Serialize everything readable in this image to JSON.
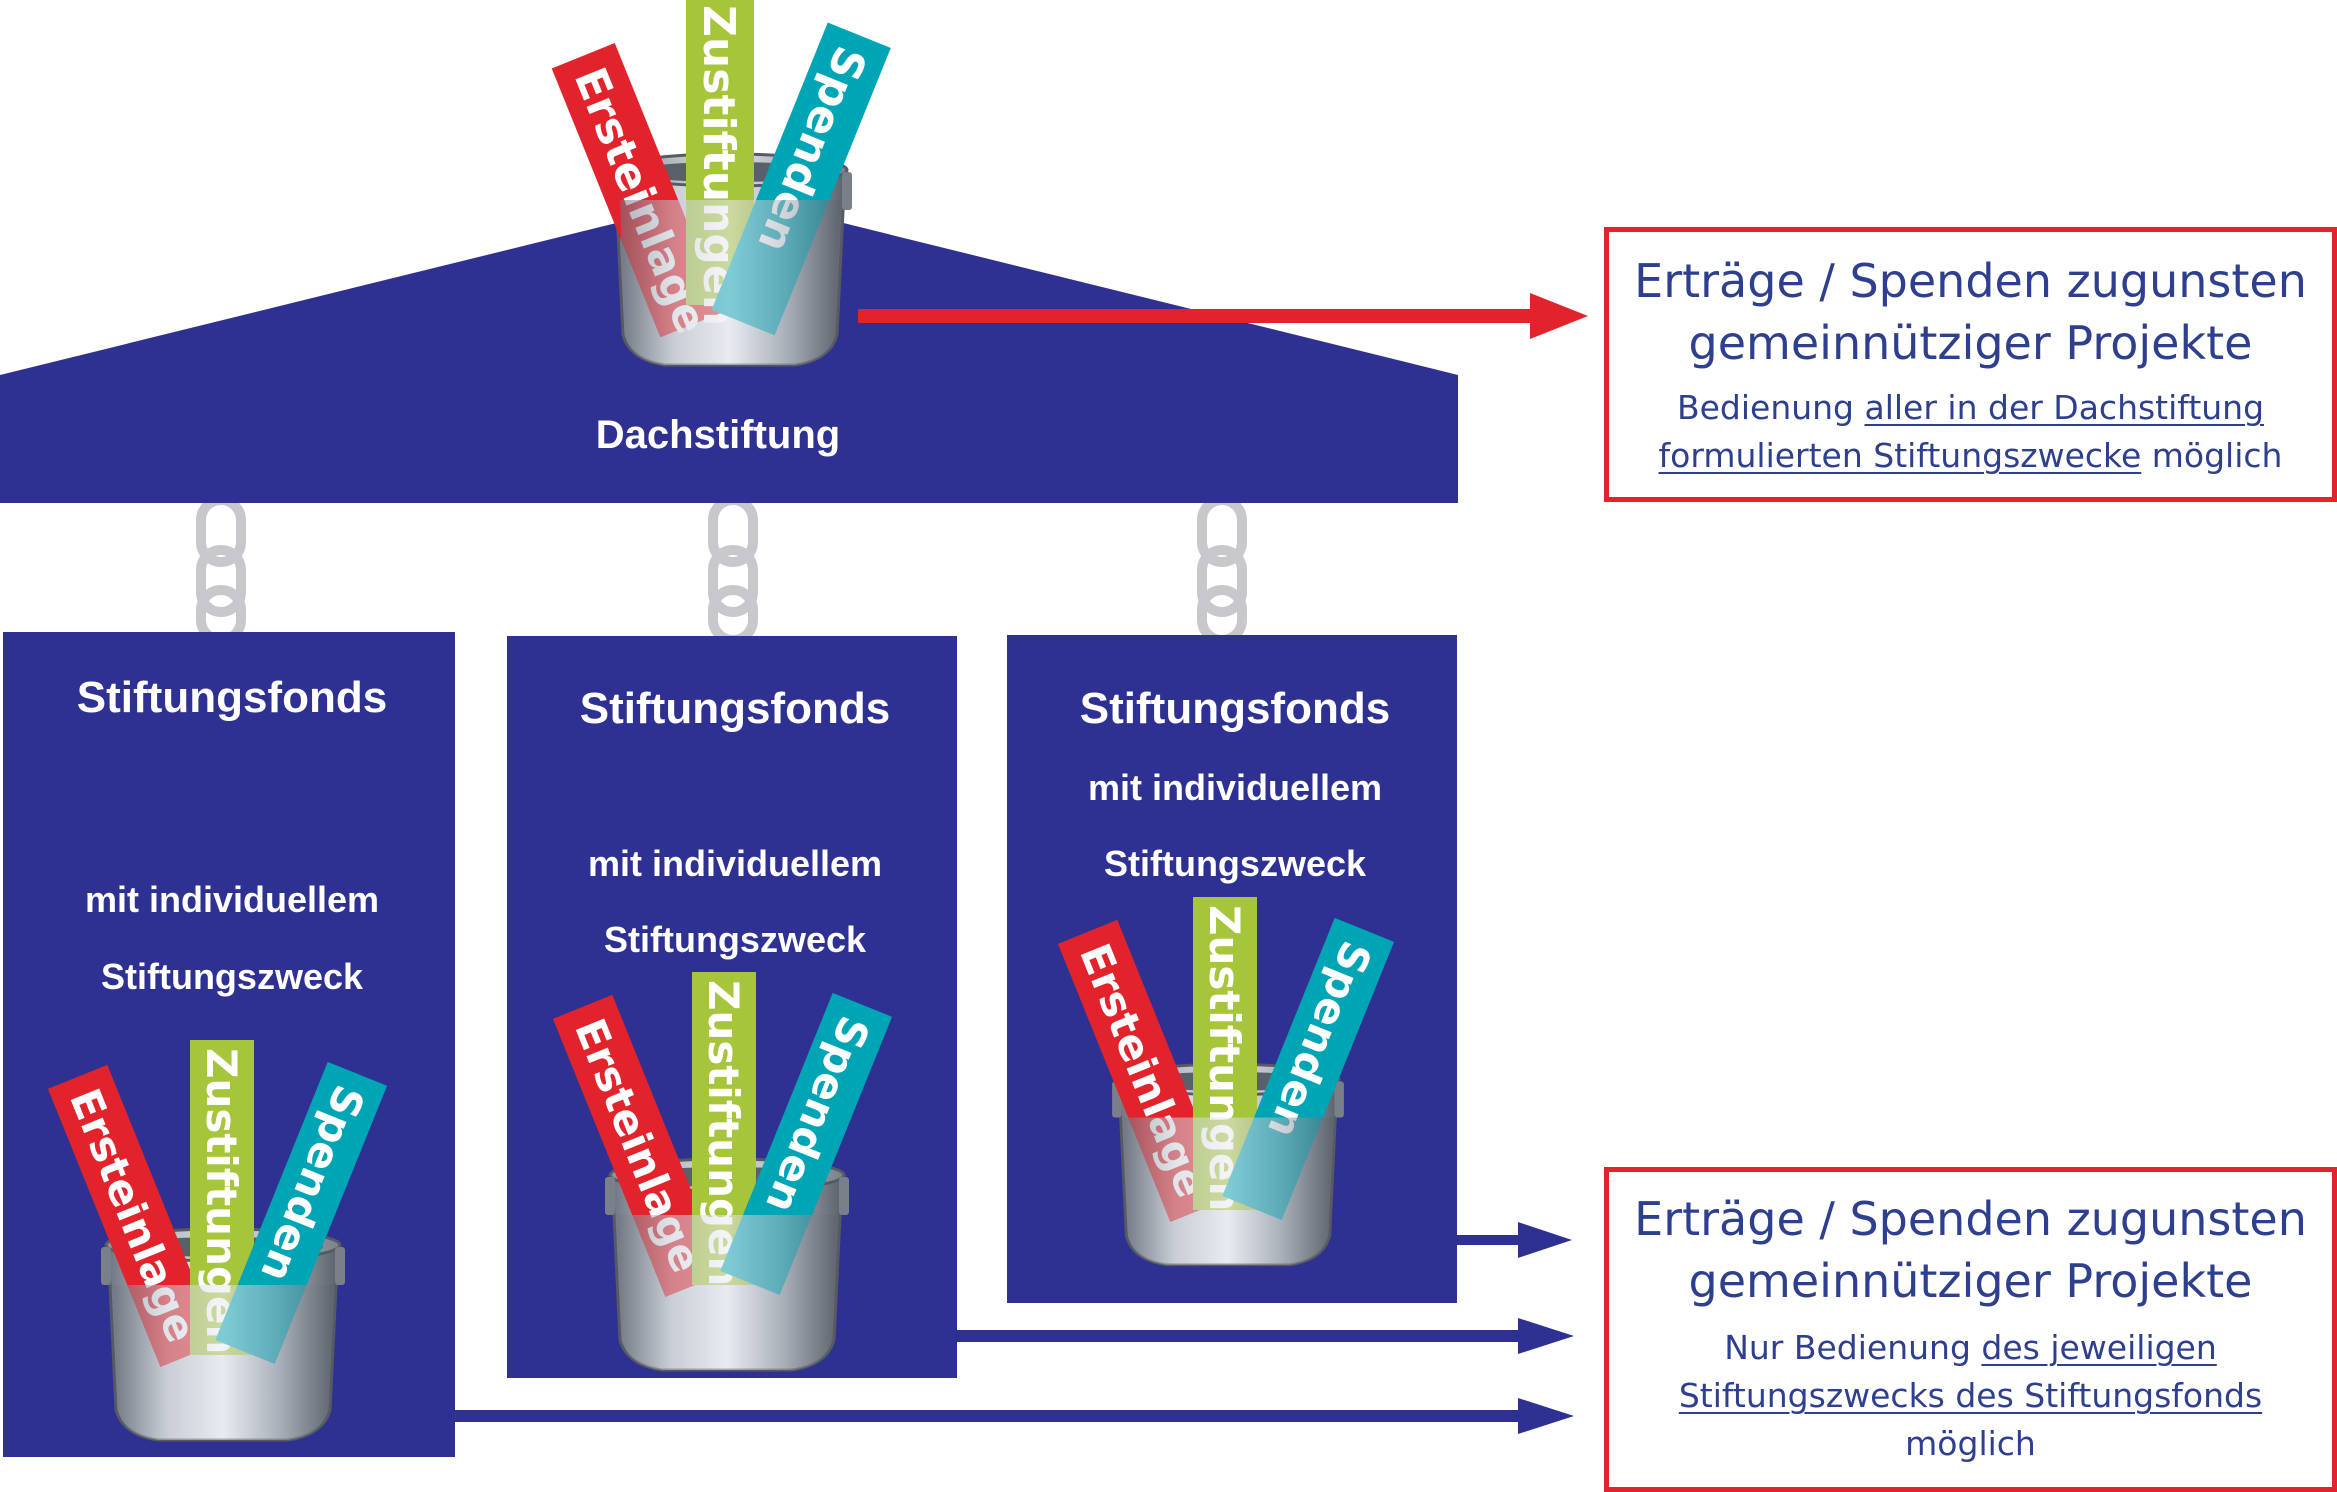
{
  "roof_label": "Dachstiftung",
  "pot_strips": {
    "red": "Ersteinlage",
    "green": "Zustiftungen",
    "teal": "Spenden"
  },
  "funds": [
    {
      "title": "Stiftungsfonds",
      "line1": "mit individuellem",
      "line2": "Stiftungszweck"
    },
    {
      "title": "Stiftungsfonds",
      "line1": "mit individuellem",
      "line2": "Stiftungszweck"
    },
    {
      "title": "Stiftungsfonds",
      "line1": "mit individuellem",
      "line2": "Stiftungszweck"
    }
  ],
  "box_top": {
    "title1": "Erträge / Spenden zugunsten",
    "title2": "gemeinnütziger Projekte",
    "sub_pre": "Bedienung ",
    "sub_link": "aller in der Dachstiftung formulierten Stiftungszwecke",
    "sub_post": " möglich"
  },
  "box_bottom": {
    "title1": "Erträge / Spenden zugunsten",
    "title2": "gemeinnütziger Projekte",
    "sub_pre": "Nur Bedienung ",
    "sub_link": "des jeweiligen Stiftungszwecks des Stiftungsfonds",
    "sub_post": " möglich"
  },
  "colors": {
    "navy": "#2e3192",
    "red": "#e3232b",
    "green": "#a6c53a",
    "teal": "#00a5b5",
    "chain": "#c8c8cc",
    "text_blue": "#2e3f8f"
  }
}
